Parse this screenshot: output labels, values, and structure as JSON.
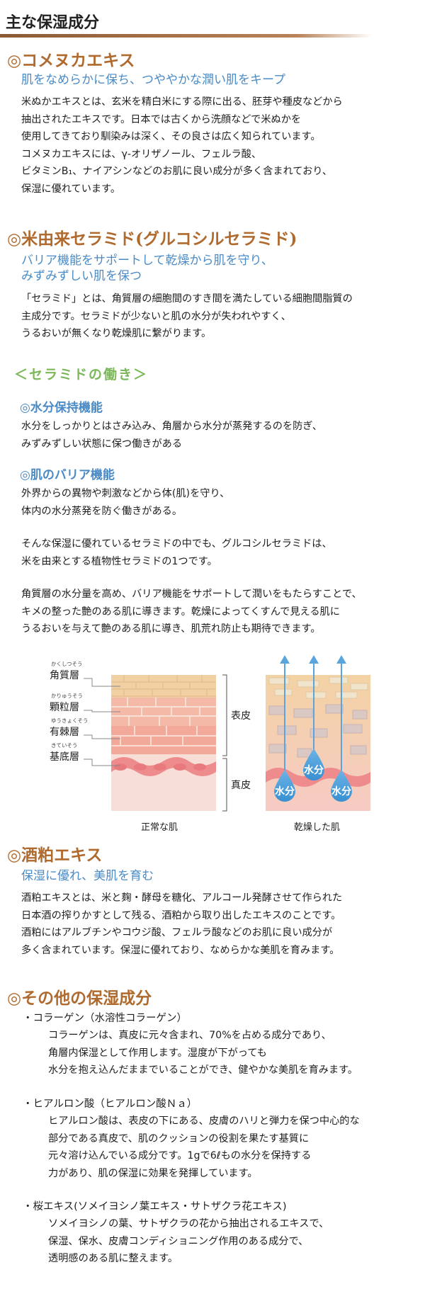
{
  "page_title": "主な保湿成分",
  "sections": {
    "rice_bran": {
      "title": "◎コメヌカエキス",
      "subtitle": "肌をなめらかに保ち、つややかな潤い肌をキープ",
      "body": "米ぬかエキスとは、玄米を精白米にする際に出る、胚芽や種皮などから\n抽出されたエキスです。日本では古くから洗顔などで米ぬかを\n使用してきており馴染みは深く、その良さは広く知られています。\nコメヌカエキスには、γ-オリザノール、フェルラ酸、\nビタミンB₁、ナイアシンなどのお肌に良い成分が多く含まれており、\n保湿に優れています。"
    },
    "ceramide": {
      "title": "◎米由来セラミド(グルコシルセラミド)",
      "subtitle_line1": "バリア機能をサポートして乾燥から肌を守り、",
      "subtitle_line2": "みずみずしい肌を保つ",
      "body": "「セラミド」とは、角質層の細胞間のすき間を満たしている細胞間脂質の\n主成分です。セラミドが少ないと肌の水分が失われやすく、\nうるおいが無くなり乾燥肌に繋がります。",
      "work_heading": "＜セラミドの働き＞",
      "moisture_heading": "◎水分保持機能",
      "moisture_body": "水分をしっかりとはさみ込み、角層から水分が蒸発するのを防ぎ、\nみずみずしい状態に保つ働きがある",
      "barrier_heading": "◎肌のバリア機能",
      "barrier_body": "外界からの異物や刺激などから体(肌)を守り、\n体内の水分蒸発を防ぐ働きがある。",
      "para1": "そんな保湿に優れているセラミドの中でも、グルコシルセラミドは、\n米を由来とする植物性セラミドの1つです。",
      "para2": "角質層の水分量を高め、バリア機能をサポートして潤いをもたらすことで、\nキメの整った艶のある肌に導きます。乾燥によってくすんで見える肌に\nうるおいを与えて艶のある肌に導き、肌荒れ防止も期待できます。"
    },
    "diagram": {
      "layers": [
        {
          "ruby": "かくしつそう",
          "label": "角質層"
        },
        {
          "ruby": "かりゅうそう",
          "label": "顆粒層"
        },
        {
          "ruby": "ゆうきょくそう",
          "label": "有棘層"
        },
        {
          "ruby": "きていそう",
          "label": "基底層"
        }
      ],
      "epidermis": "表皮",
      "dermis": "真皮",
      "caption_normal": "正常な肌",
      "caption_dry": "乾燥した肌",
      "water_label": "水分"
    },
    "sake_lees": {
      "title": "◎酒粕エキス",
      "subtitle": "保湿に優れ、美肌を育む",
      "body": "酒粕エキスとは、米と麹・酵母を糖化、アルコール発酵させて作られた\n日本酒の搾りかすとして残る、酒粕から取り出したエキスのことです。\n酒粕にはアルブチンやコウジ酸、フェルラ酸などのお肌に良い成分が\n多く含まれています。保湿に優れており、なめらかな美肌を育みます。"
    },
    "others": {
      "title": "◎その他の保湿成分",
      "items": [
        {
          "name": "・コラーゲン（水溶性コラーゲン）",
          "body": "コラーゲンは、真皮に元々含まれ、70%を占める成分であり、\n角層内保湿として作用します。湿度が下がっても\n水分を抱え込んだままでいることができ、健やかな美肌を育みます。"
        },
        {
          "name": "・ヒアルロン酸（ヒアルロン酸Ｎａ）",
          "body": "ヒアルロン酸は、表皮の下にある、皮膚のハリと弾力を保つ中心的な\n部分である真皮で、肌のクッションの役割を果たす基質に\n元々溶け込んでいる成分です。1gで6ℓもの水分を保持する\n力があり、肌の保湿に効果を発揮しています。"
        },
        {
          "name": "・桜エキス(ソメイヨシノ葉エキス・サトザクラ花エキス)",
          "body": "ソメイヨシノの葉、サトザクラの花から抽出されるエキスで、\n保湿、保水、皮膚コンディショニング作用のある成分で、\n透明感のある肌に整えます。"
        }
      ]
    }
  },
  "colors": {
    "section_title": "#b06a2e",
    "subtitle_blue": "#4a8bc6",
    "work_green": "#7cb85a",
    "rule_brown": "#8b5a33"
  }
}
